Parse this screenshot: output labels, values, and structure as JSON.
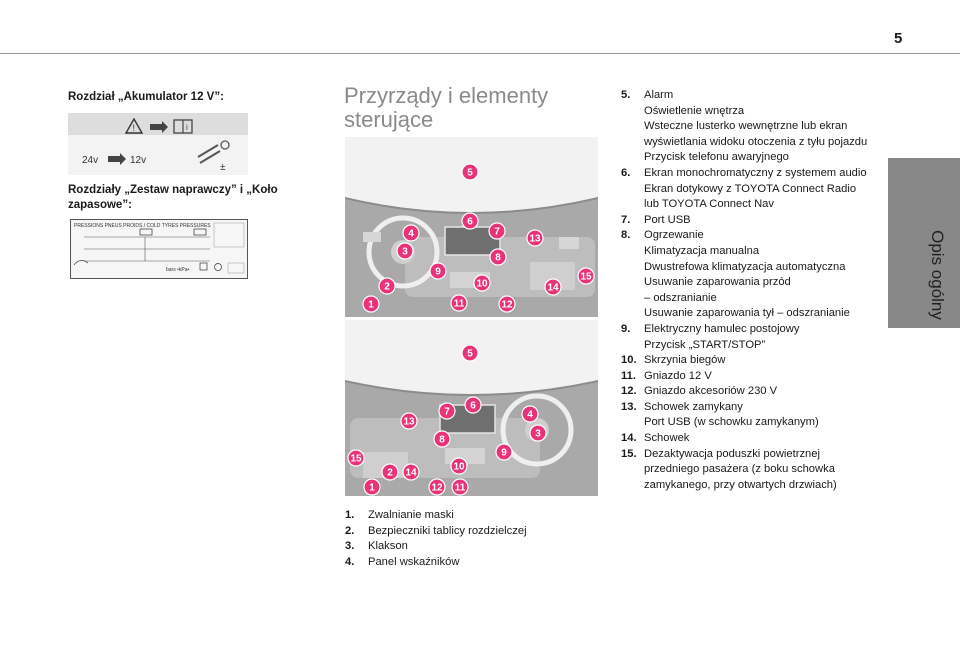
{
  "page": {
    "number": "5",
    "side_tab": "Opis ogólny"
  },
  "left": {
    "heading1": "Rozdział „Akumulator 12 V”:",
    "heading2": "Rozdziały „Zestaw naprawczy” i „Koło zapasowe”:",
    "battery_label": {
      "v24": "24v",
      "v12": "12v"
    },
    "tyre_label": {
      "header": "PRESSIONS PNEUS PROIDS / COLD TYRES PRESSURES",
      "units": "bars  •kPa•"
    }
  },
  "middle": {
    "title": "Przyrządy i elementy sterujące",
    "items": [
      {
        "n": "1.",
        "lines": [
          "Zwalnianie maski"
        ]
      },
      {
        "n": "2.",
        "lines": [
          "Bezpieczniki tablicy rozdzielczej"
        ]
      },
      {
        "n": "3.",
        "lines": [
          "Klakson"
        ]
      },
      {
        "n": "4.",
        "lines": [
          "Panel wskaźników"
        ]
      }
    ]
  },
  "right": {
    "items": [
      {
        "n": "5.",
        "lines": [
          "Alarm",
          "Oświetlenie wnętrza",
          "Wsteczne lusterko wewnętrzne lub ekran wyświetlania widoku otoczenia z tyłu pojazdu",
          "Przycisk telefonu awaryjnego"
        ]
      },
      {
        "n": "6.",
        "lines": [
          "Ekran monochromatyczny z systemem audio",
          "Ekran dotykowy z TOYOTA Connect Radio lub TOYOTA Connect Nav"
        ]
      },
      {
        "n": "7.",
        "lines": [
          "Port USB"
        ]
      },
      {
        "n": "8.",
        "lines": [
          "Ogrzewanie",
          "Klimatyzacja manualna",
          "Dwustrefowa klimatyzacja automatyczna",
          "Usuwanie zaparowania przód",
          "– odszranianie",
          "Usuwanie zaparowania tył – odszranianie"
        ]
      },
      {
        "n": "9.",
        "lines": [
          "Elektryczny hamulec postojowy",
          "Przycisk „START/STOP”"
        ]
      },
      {
        "n": "10.",
        "lines": [
          "Skrzynia biegów"
        ]
      },
      {
        "n": "11.",
        "lines": [
          "Gniazdo 12 V"
        ]
      },
      {
        "n": "12.",
        "lines": [
          "Gniazdo akcesoriów 230 V"
        ]
      },
      {
        "n": "13.",
        "lines": [
          "Schowek zamykany",
          "Port USB (w schowku zamykanym)"
        ]
      },
      {
        "n": "14.",
        "lines": [
          "Schowek"
        ]
      },
      {
        "n": "15.",
        "lines": [
          "Dezaktywacja poduszki powietrznej przedniego pasażera (z boku schowka zamykanego, przy otwartych drzwiach)"
        ]
      }
    ]
  },
  "diagram_markers": {
    "top": [
      "1",
      "2",
      "3",
      "4",
      "5",
      "6",
      "7",
      "8",
      "9",
      "10",
      "11",
      "12",
      "13",
      "14",
      "15"
    ],
    "bottom": [
      "1",
      "2",
      "3",
      "4",
      "5",
      "6",
      "7",
      "8",
      "9",
      "10",
      "11",
      "12",
      "13",
      "14",
      "15"
    ]
  },
  "colors": {
    "marker": "#e8337b",
    "sidetab": "#888888",
    "title": "#8a8a8a"
  }
}
